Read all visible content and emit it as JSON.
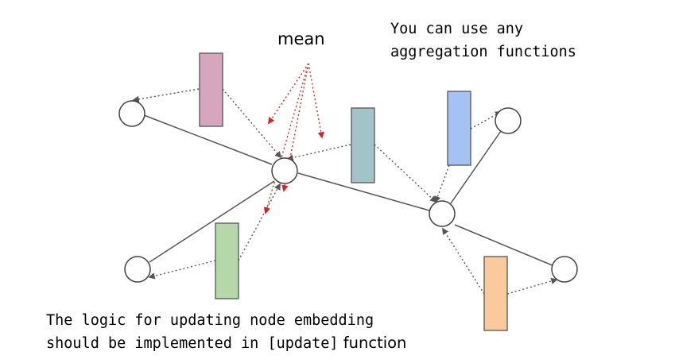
{
  "labels": {
    "mean": "mean",
    "aggregation_note_line1": "You can use any",
    "aggregation_note_line2": "aggregation functions",
    "update_note_line1": "The logic for updating node embedding",
    "update_note_line2_prefix": "should be implemented in ",
    "update_note_line2_code": "[update]",
    "update_note_line2_suffix": " function"
  },
  "colors": {
    "pink": "#d5a6bd",
    "teal": "#a2c4c9",
    "blue": "#a4c2f4",
    "green": "#b6d7a8",
    "orange": "#f9cb9c",
    "mean_arrow": "#e02020",
    "edge": "#555555"
  }
}
